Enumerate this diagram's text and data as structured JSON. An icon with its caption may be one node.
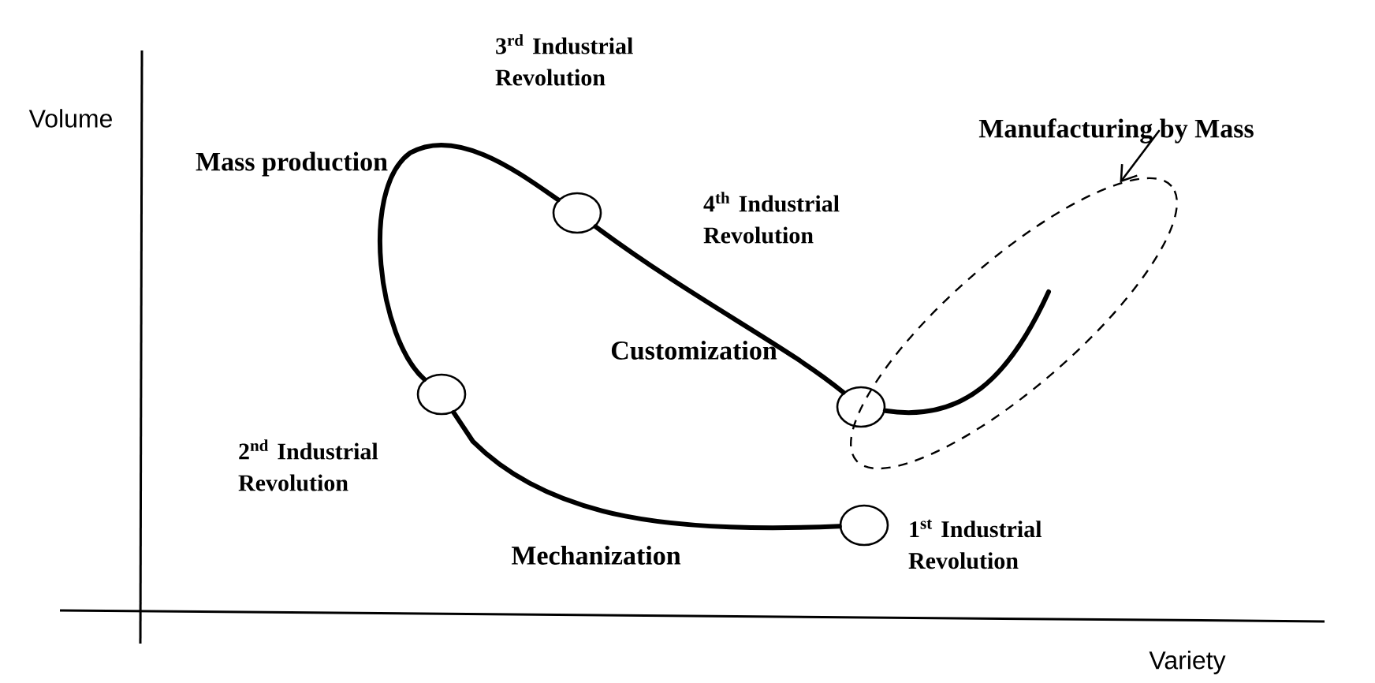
{
  "diagram": {
    "nodes": [
      {
        "text": [
          "Manufacturing by Mass"
        ]
      },
      {
        "text": [],
        "shape": "ellipse"
      },
      {
        "text": [],
        "shape": "circle"
      },
      {
        "text": [],
        "shape": "circle"
      },
      {
        "text": [],
        "shape": "circle"
      },
      {
        "text": [],
        "shape": "circle"
      }
    ],
    "edges": [
      {
        "from": 5,
        "to": 2,
        "arrow": "none"
      },
      {
        "from": 2,
        "to": 3,
        "arrow": "none"
      },
      {
        "from": 3,
        "to": 4,
        "arrow": "none"
      },
      {
        "from": 4,
        "to": 1,
        "arrow": "none"
      },
      {
        "from": 0,
        "to": 1,
        "arrow": "to"
      }
    ],
    "labels": [
      "3$^{rd}$ Industrial Revolution",
      "Volume",
      "Mass production",
      "4$^{th}$ Industrial Revolution",
      "Customization",
      "2$^{nd}$ Industrial Revolution",
      "1$^{st}$ Industrial Revolution",
      "Mechanization",
      "Variety"
    ]
  }
}
